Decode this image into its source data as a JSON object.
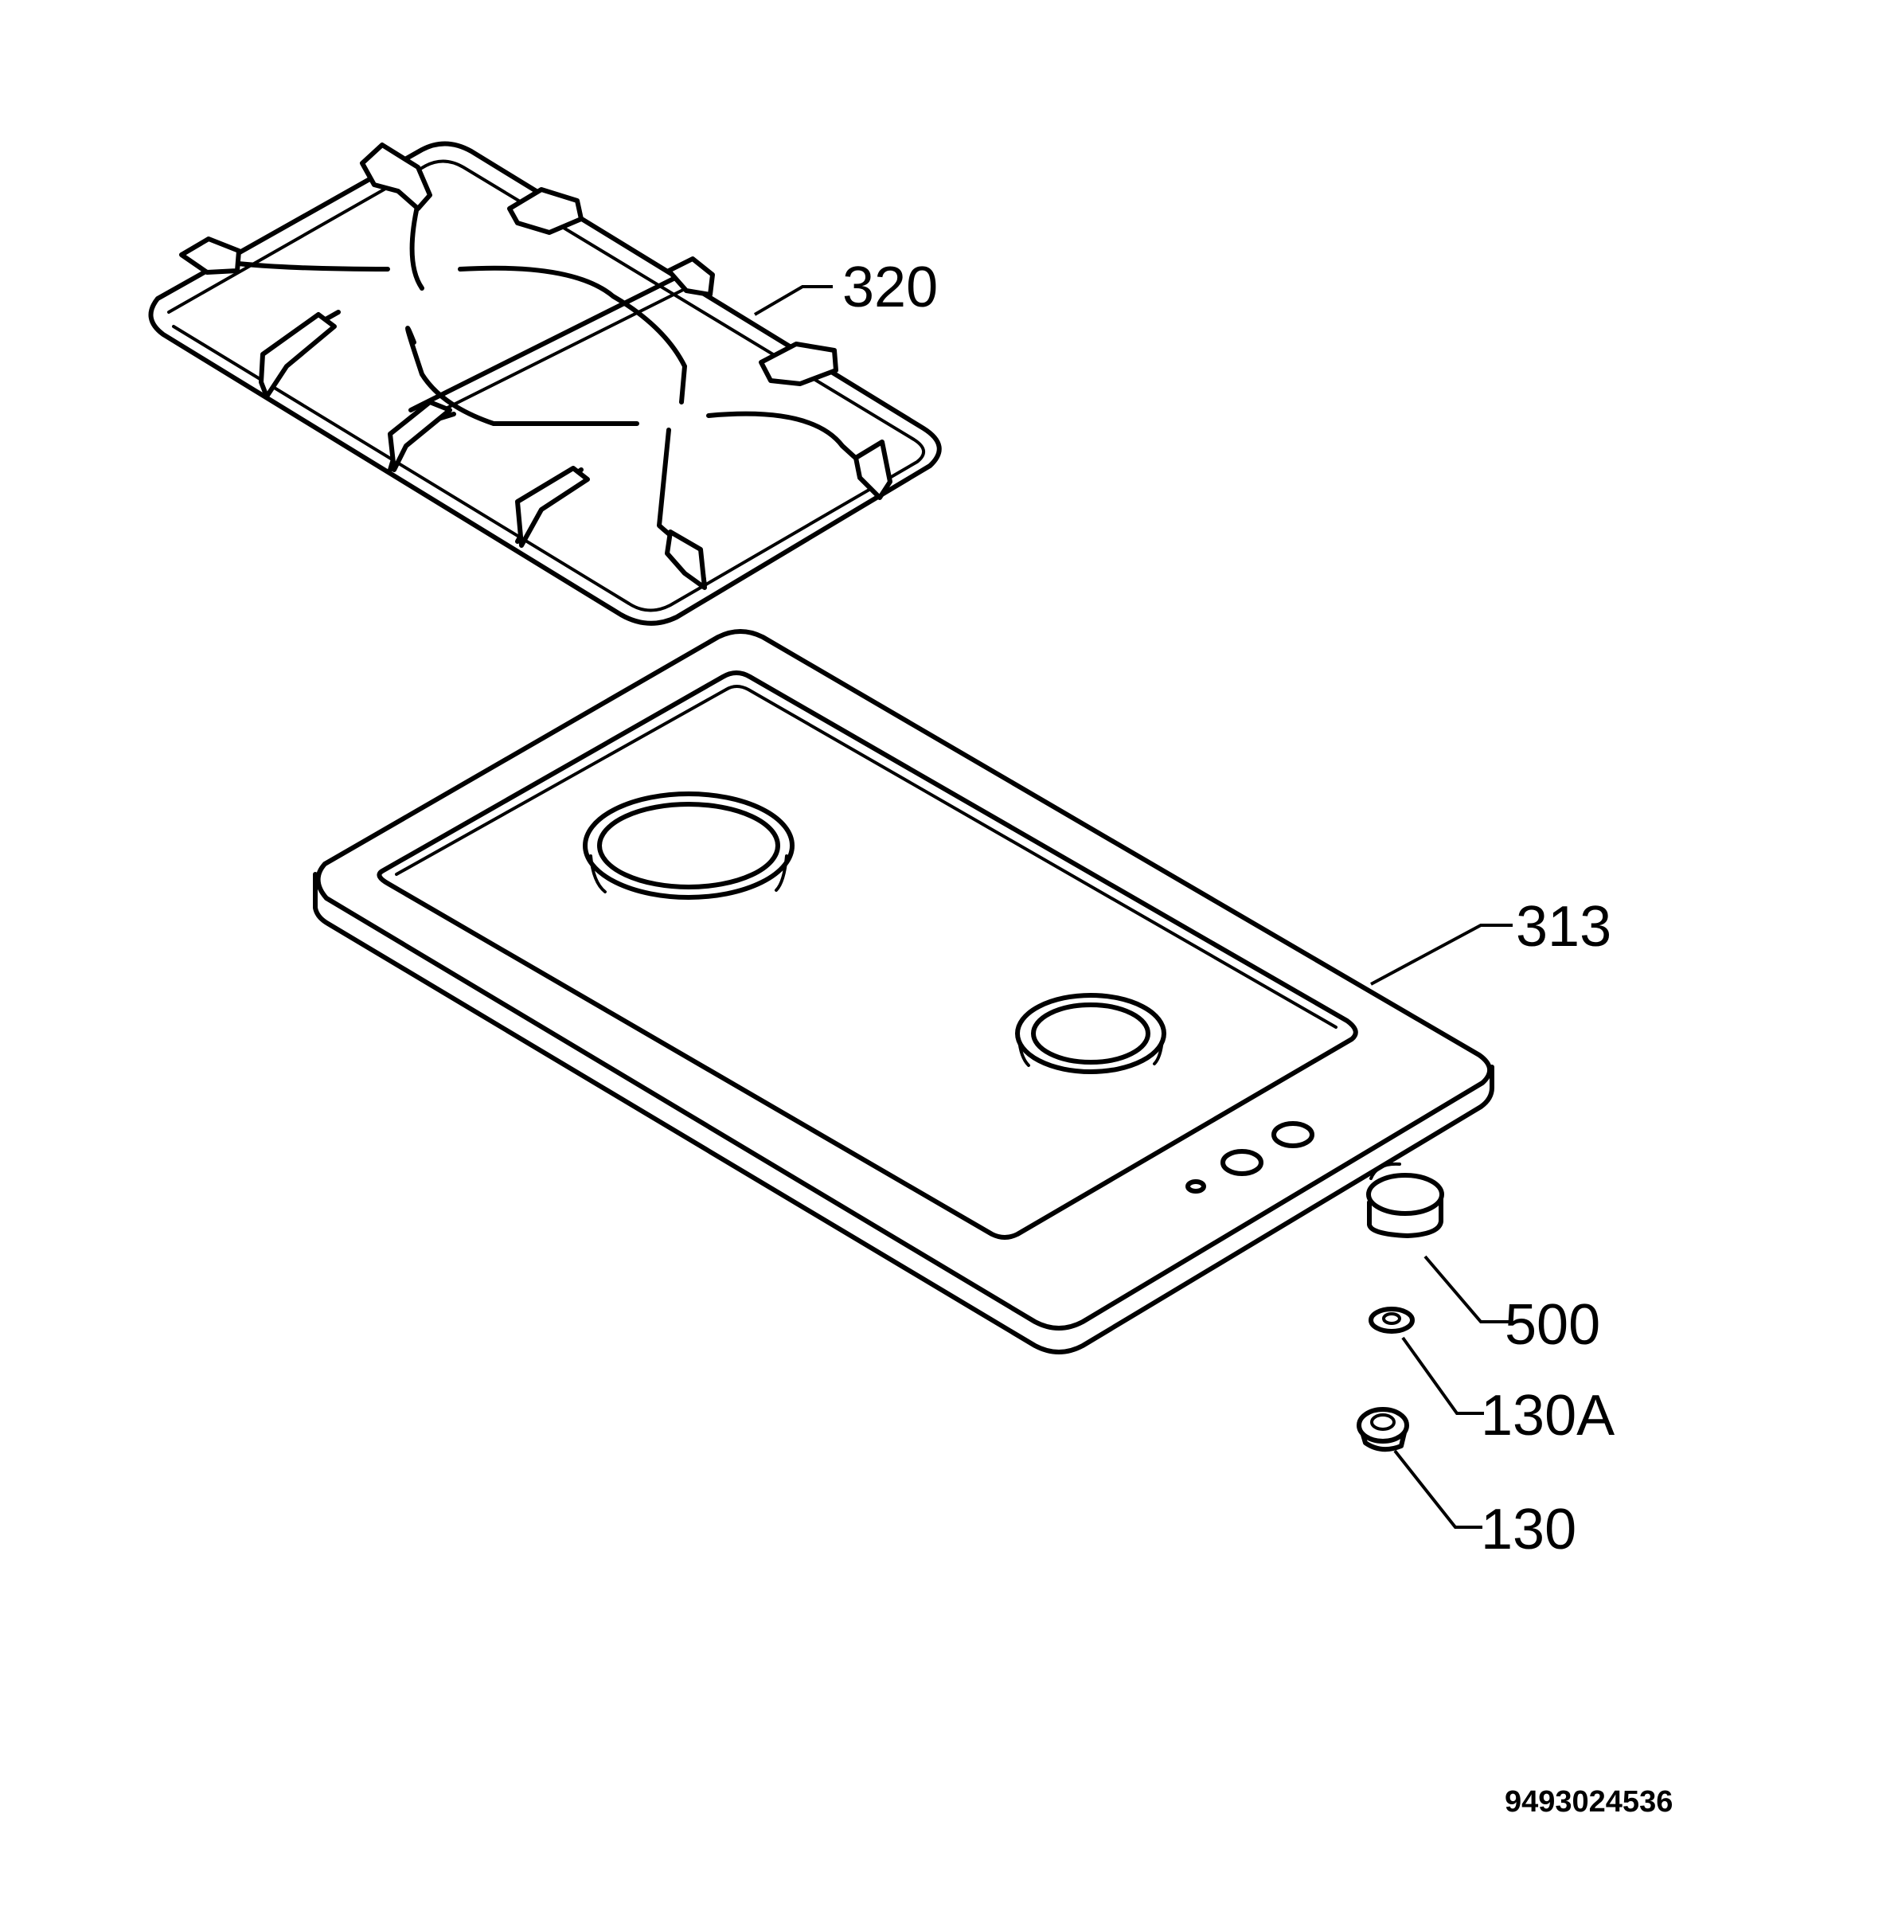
{
  "callouts": {
    "grate": "320",
    "hob_top": "313",
    "knob": "500",
    "knob_spring": "130A",
    "knob_seal": "130"
  },
  "document_number": "9493024536"
}
